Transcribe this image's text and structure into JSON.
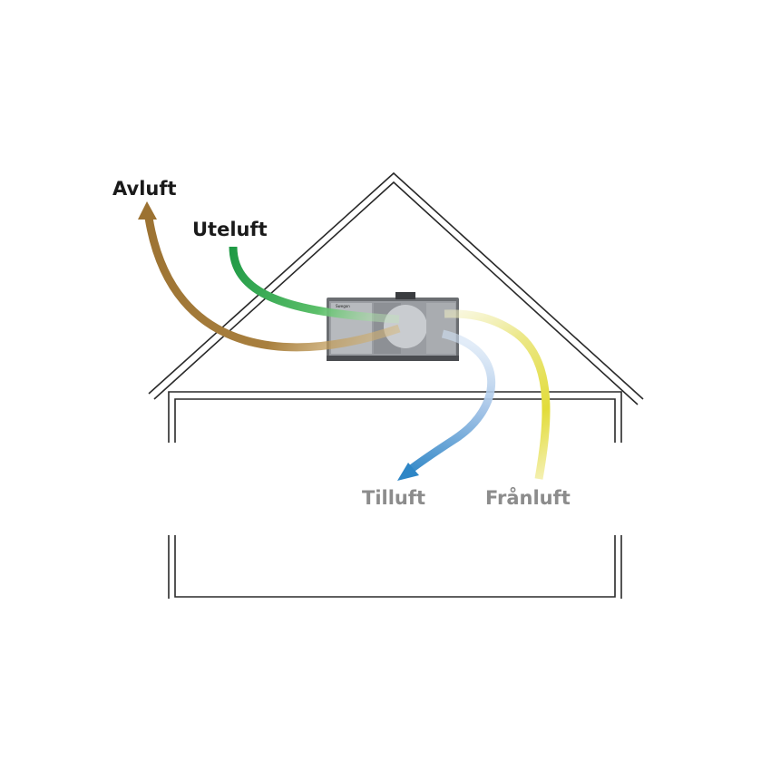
{
  "labels": {
    "exhaust": "Avluft",
    "outdoor": "Uteluft",
    "supply": "Tilluft",
    "extract": "Frånluft"
  },
  "unit": {
    "brand": "Swegon"
  },
  "colors": {
    "exhaust": "#9c7232",
    "outdoor": "#1f9a45",
    "supply": "#2e86c6",
    "extract": "#e2dc3a",
    "house_line": "#2a2a2a",
    "label_dark": "#1a1a1a",
    "label_grey": "#8c8c8c"
  }
}
